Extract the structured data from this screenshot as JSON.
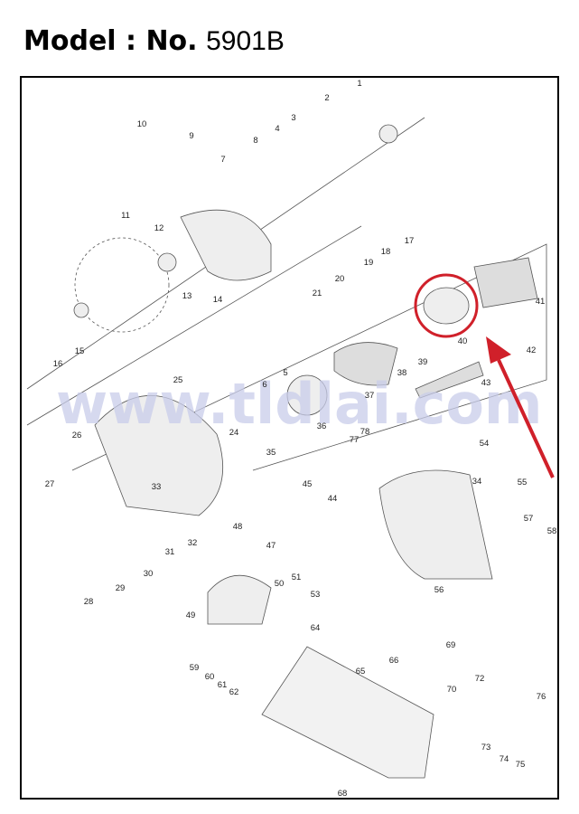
{
  "header": {
    "title_bold": "Model : No.",
    "title_model": "5901B"
  },
  "watermark": "www.tldlai.com",
  "colors": {
    "highlight": "#d0202a",
    "watermark": "#c9cdea"
  },
  "highlighted_part": "40",
  "part_labels": [
    "1",
    "2",
    "3",
    "4",
    "5",
    "6",
    "7",
    "8",
    "9",
    "10",
    "11",
    "12",
    "13",
    "14",
    "15",
    "16",
    "17",
    "18",
    "19",
    "20",
    "21",
    "24",
    "25",
    "26",
    "27",
    "28",
    "29",
    "30",
    "31",
    "32",
    "33",
    "34",
    "35",
    "36",
    "37",
    "38",
    "39",
    "40",
    "41",
    "42",
    "43",
    "44",
    "45",
    "47",
    "48",
    "49",
    "50",
    "51",
    "53",
    "54",
    "55",
    "56",
    "57",
    "58",
    "59",
    "60",
    "61",
    "62",
    "64",
    "65",
    "66",
    "68",
    "69",
    "70",
    "72",
    "73",
    "74",
    "75",
    "76",
    "77",
    "78"
  ]
}
